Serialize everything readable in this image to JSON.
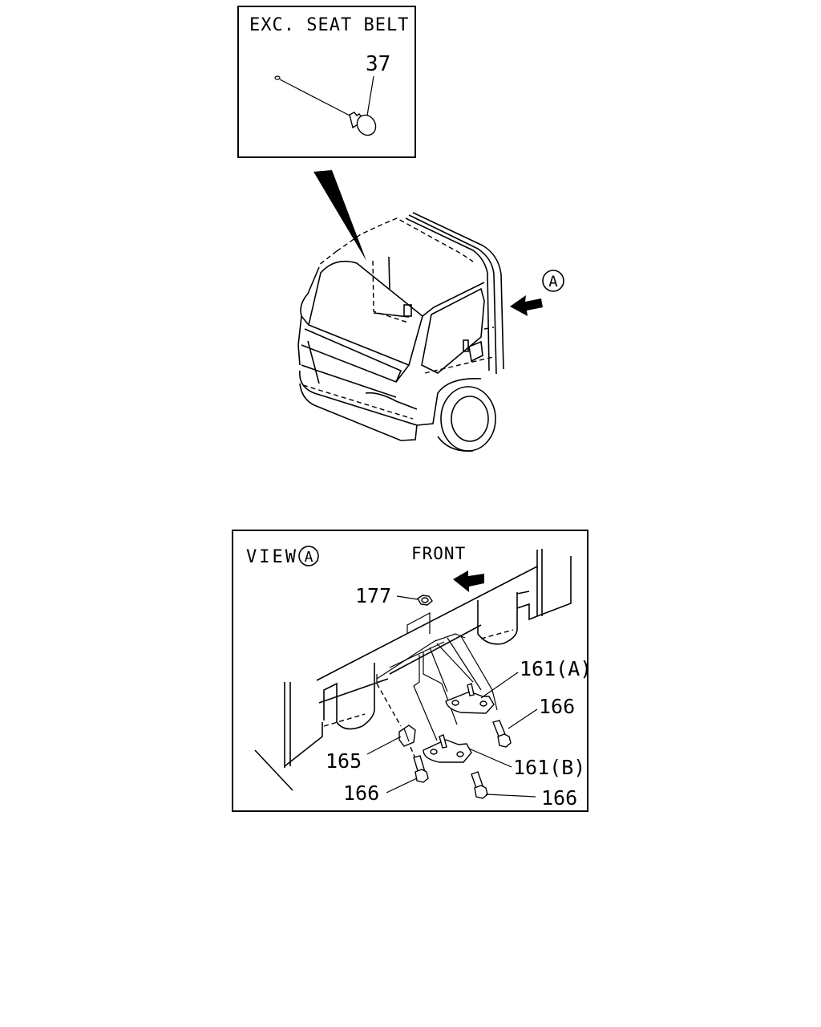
{
  "inset_top": {
    "title": "EXC. SEAT BELT",
    "part_label": "37"
  },
  "cab": {
    "view_marker": "A"
  },
  "view_a": {
    "title_prefix": "VIEW",
    "title_marker": "A",
    "direction_label": "FRONT",
    "labels": {
      "p177": "177",
      "p161a": "161(A)",
      "p166_upper": "166",
      "p165": "165",
      "p161b": "161(B)",
      "p166_lower_left": "166",
      "p166_lower_right": "166"
    }
  }
}
